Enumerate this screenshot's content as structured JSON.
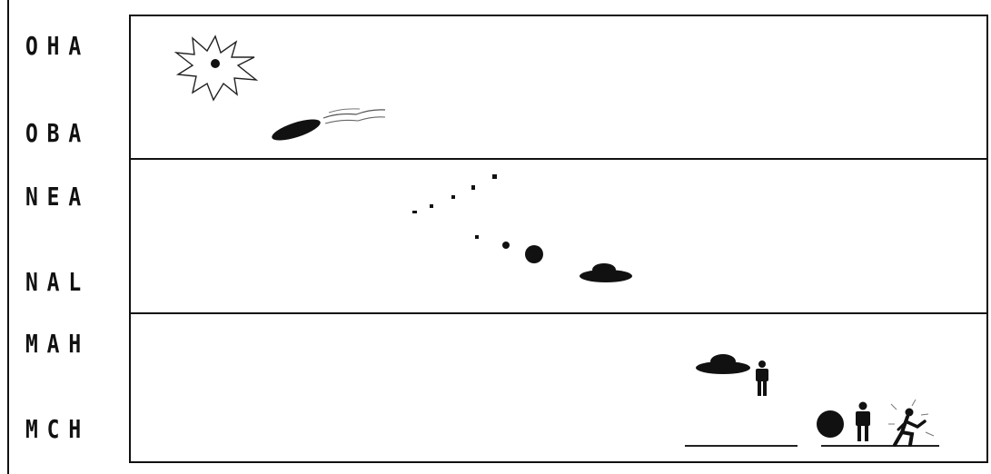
{
  "rows": [
    {
      "id": "row-1",
      "labels": [
        "OHA",
        "OBA"
      ]
    },
    {
      "id": "row-2",
      "labels": [
        "NEA",
        "NAL"
      ]
    },
    {
      "id": "row-3",
      "labels": [
        "MAH",
        "MCH"
      ]
    }
  ],
  "icons": [
    "starburst-flash-icon",
    "streaking-disc-icon",
    "trail-dots-icon",
    "sphere-icon",
    "saucer-icon",
    "humanoid-icon",
    "running-figure-icon",
    "ground-line-icon"
  ]
}
